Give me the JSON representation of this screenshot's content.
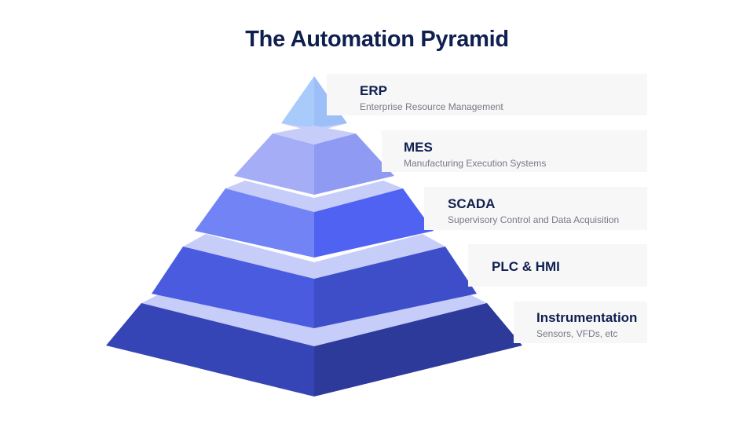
{
  "title": "The Automation Pyramid",
  "tiers": [
    {
      "name": "ERP",
      "description": "Enterprise Resource Management"
    },
    {
      "name": "MES",
      "description": "Manufacturing Execution Systems"
    },
    {
      "name": "SCADA",
      "description": "Supervisory Control and Data Acquisition"
    },
    {
      "name": "PLC & HMI",
      "description": ""
    },
    {
      "name": "Instrumentation",
      "description": "Sensors, VFDs, etc"
    }
  ],
  "colors": {
    "title": "#0f1f4f",
    "tier_fill": [
      "#a6c8fa",
      "#9aa6f6",
      "#6a7cf3",
      "#4556dd",
      "#2f3b9e"
    ],
    "separator": "#c7cdf9",
    "label_box": "#f7f7f8"
  }
}
